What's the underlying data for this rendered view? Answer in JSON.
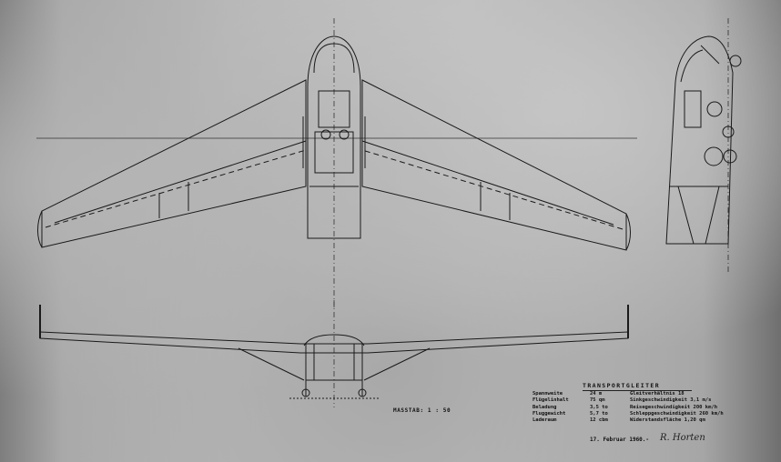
{
  "title_block": {
    "heading": "TRANSPORTGLEITER",
    "specs_left": [
      {
        "label": "Spannweite",
        "value": "24 m"
      },
      {
        "label": "Flügelinhalt",
        "value": "75 qm"
      },
      {
        "label": "Beladung",
        "value": "3,5 to"
      },
      {
        "label": "Fluggewicht",
        "value": "5,7 to"
      },
      {
        "label": "Laderaum",
        "value": "12 cbm"
      }
    ],
    "specs_right": [
      {
        "label": "Gleitverhältnis",
        "value": "18"
      },
      {
        "label": "Sinkgeschwindigkeit",
        "value": "3,1 m/s"
      },
      {
        "label": "Reisegeschwindigkeit",
        "value": "200 km/h"
      },
      {
        "label": "Schleppgeschwindigkeit",
        "value": "260 km/h"
      },
      {
        "label": "Widerstandsfläche",
        "value": "1,20 qm"
      }
    ],
    "scale": "MASSTAB: 1 : 50",
    "date": "17. Februar 1960.-",
    "signature": "R. Horten"
  },
  "colors": {
    "paper": "#b8b8b8",
    "ink": "#1a1a1a"
  }
}
